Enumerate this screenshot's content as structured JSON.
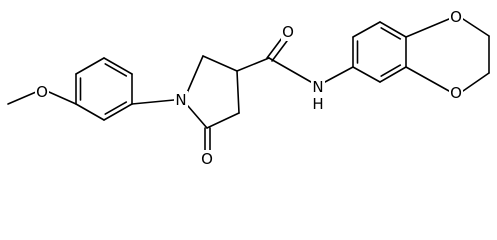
{
  "molecule": {
    "labels": {
      "o_methoxy": "O",
      "n_ring": "N",
      "o_lactam": "O",
      "o_amide": "O",
      "nh_amide": "N",
      "h_amide": "H",
      "o_dioxane_top": "O",
      "o_dioxane_bottom": "O"
    }
  }
}
